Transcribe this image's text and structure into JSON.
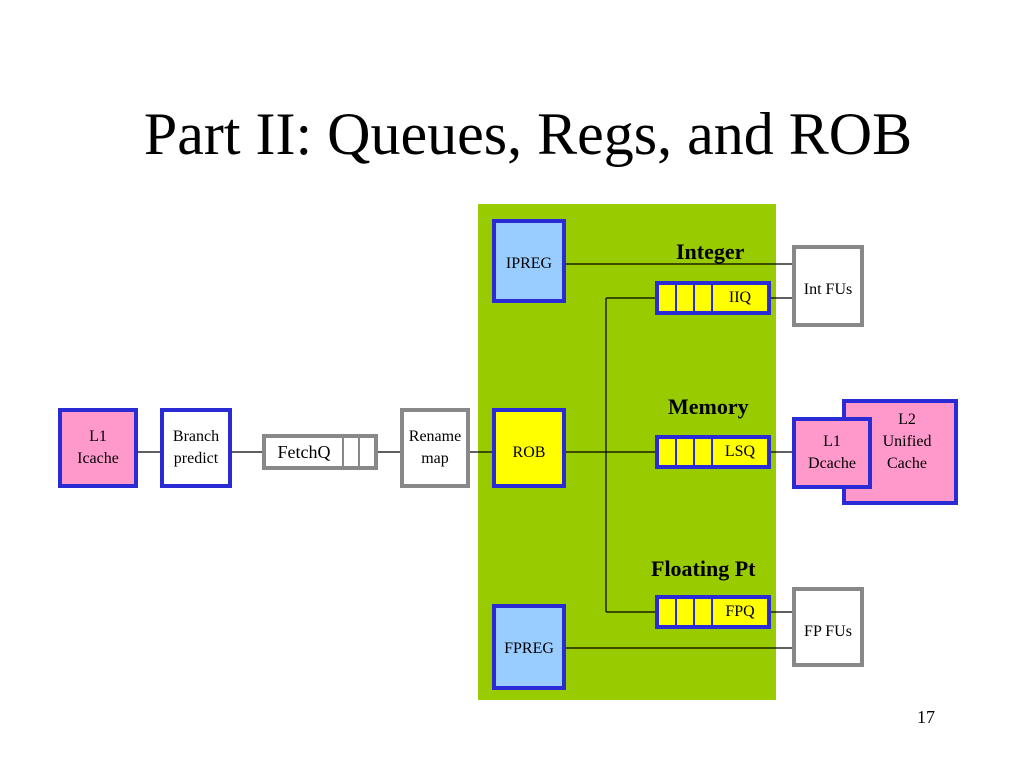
{
  "slide": {
    "title": "Part II: Queues, Regs, and ROB",
    "number": "17"
  },
  "diagram": {
    "frontend": {
      "l1_icache": [
        "L1",
        "Icache"
      ],
      "branch_predict": [
        "Branch",
        "predict"
      ],
      "fetchq": "FetchQ",
      "rename_map": [
        "Rename",
        "map"
      ]
    },
    "core": {
      "ipreg": "IPREG",
      "rob": "ROB",
      "fpreg": "FPREG",
      "sections": {
        "integer": "Integer",
        "memory": "Memory",
        "floating": "Floating Pt"
      },
      "queues": {
        "iiq": "IIQ",
        "lsq": "LSQ",
        "fpq": "FPQ"
      }
    },
    "backend": {
      "int_fus": "Int FUs",
      "fp_fus": "FP FUs",
      "l1_dcache": [
        "L1",
        "Dcache"
      ],
      "l2_cache": [
        "L2",
        "Unified",
        "Cache"
      ]
    },
    "colors": {
      "core_bg": "#99cc00",
      "blue_border": "#2b2bd6",
      "gray_border": "#888888",
      "pink": "#ff99cc",
      "light_blue": "#99ccff",
      "yellow": "#ffff00"
    }
  }
}
